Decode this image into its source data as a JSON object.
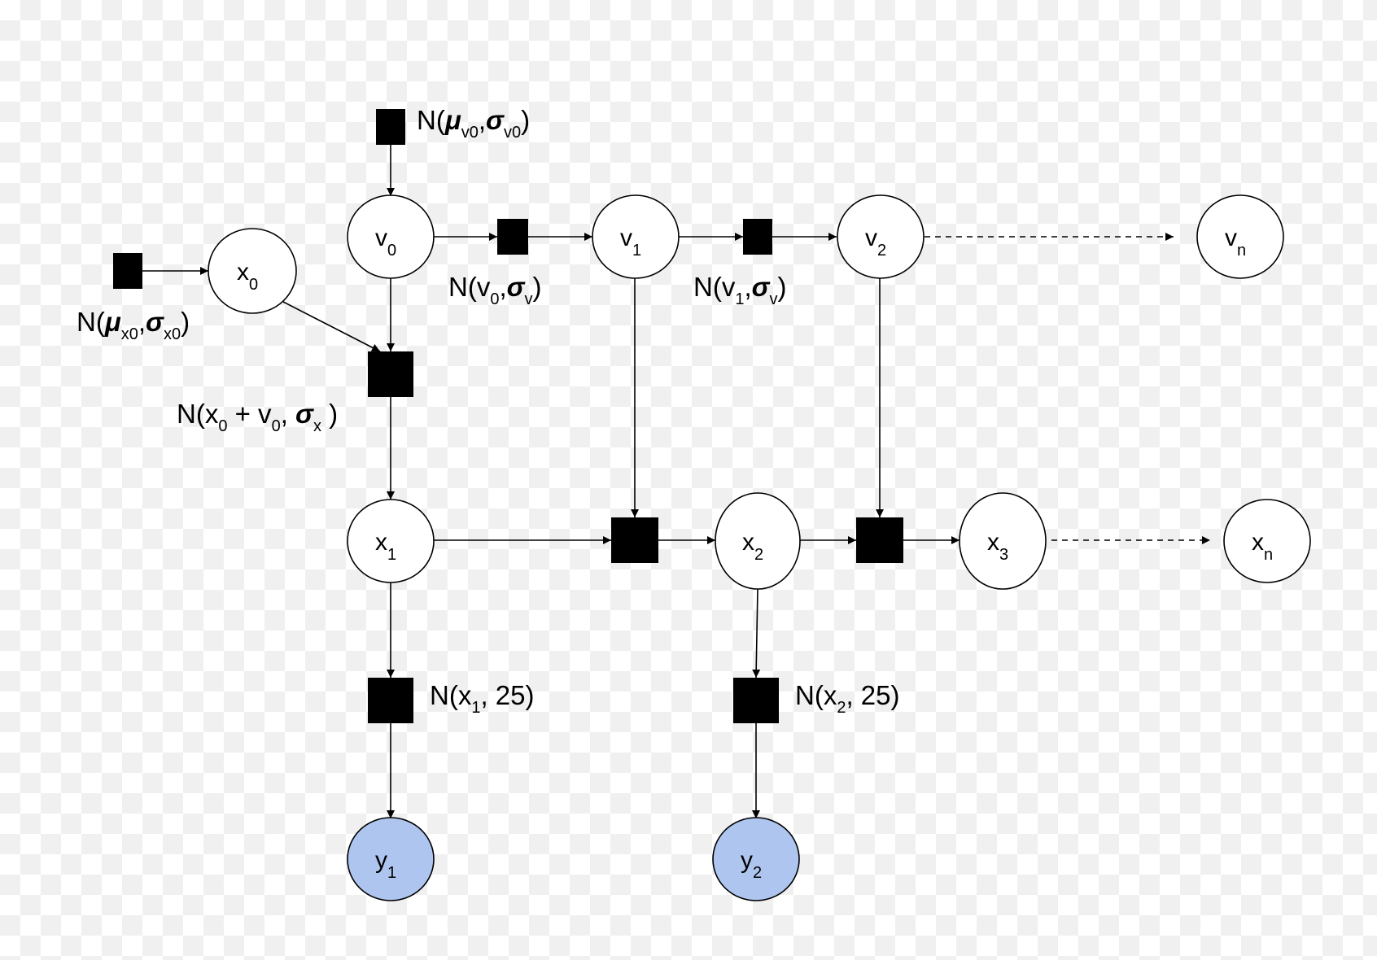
{
  "colors": {
    "observed": "#aec6ef",
    "latent": "#ffffff",
    "factor": "#000000",
    "edge": "#000000"
  },
  "nodes": {
    "x0": {
      "main": "x",
      "sub": "0",
      "observed": false
    },
    "v0": {
      "main": "v",
      "sub": "0",
      "observed": false
    },
    "v1": {
      "main": "v",
      "sub": "1",
      "observed": false
    },
    "v2": {
      "main": "v",
      "sub": "2",
      "observed": false
    },
    "vn": {
      "main": "v",
      "sub": "n",
      "observed": false
    },
    "x1": {
      "main": "x",
      "sub": "1",
      "observed": false
    },
    "x2": {
      "main": "x",
      "sub": "2",
      "observed": false
    },
    "x3": {
      "main": "x",
      "sub": "3",
      "observed": false
    },
    "xn": {
      "main": "x",
      "sub": "n",
      "observed": false
    },
    "y1": {
      "main": "y",
      "sub": "1",
      "observed": true
    },
    "y2": {
      "main": "y",
      "sub": "2",
      "observed": true
    }
  },
  "factor_labels": {
    "fv0": {
      "a": "N(",
      "b": "μ",
      "c": "v0",
      "d": ",",
      "e": "σ",
      "f": "v0",
      "g": ")"
    },
    "fx0": {
      "a": "N(",
      "b": "μ",
      "c": "x0",
      "d": ",",
      "e": "σ",
      "f": "x0",
      "g": ")"
    },
    "fv01": {
      "a": "N(v",
      "b": "0",
      "c": ",",
      "d": "σ",
      "e": "v",
      "f": ")"
    },
    "fv12": {
      "a": "N(v",
      "b": "1",
      "c": ",",
      "d": "σ",
      "e": "v",
      "f": ")"
    },
    "fx01": {
      "a": "N(x",
      "b": "0",
      "c": " + v",
      "d": "0",
      "e": ", ",
      "f": "σ",
      "g": "x",
      "h": " )"
    },
    "fy1": {
      "a": "N(x",
      "b": "1",
      "c": ", 25)"
    },
    "fy2": {
      "a": "N(x",
      "b": "2",
      "c": ", 25)"
    }
  }
}
